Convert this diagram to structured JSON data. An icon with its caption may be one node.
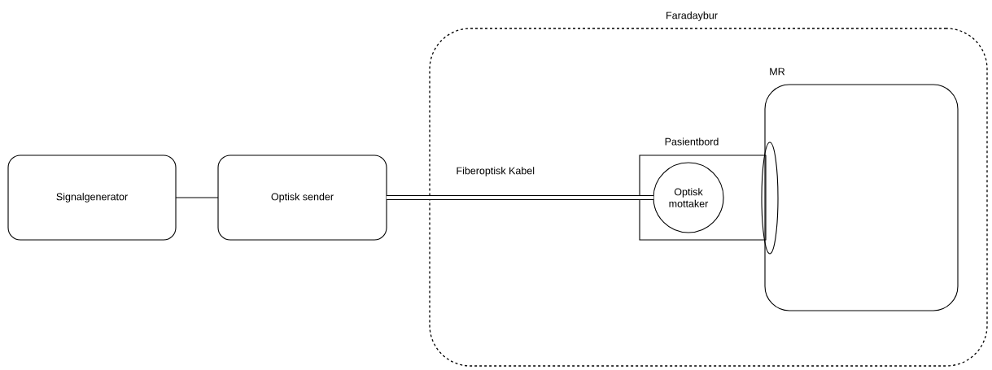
{
  "diagram": {
    "nodes": [
      {
        "text": [
          "Faradaybur"
        ]
      },
      {
        "text": [
          "Signalgenerator"
        ]
      },
      {
        "text": [
          "Optisk sender"
        ]
      },
      {
        "text": [
          "MR"
        ],
        "in": 0
      },
      {
        "text": [
          "Pasientbord"
        ],
        "in": 0
      },
      {
        "text": [
          "Optisk mottaker"
        ],
        "in": 4
      },
      {
        "text": [],
        "shape": "ellipse",
        "in": 0
      }
    ],
    "edges": [
      {
        "from": 1,
        "to": 2,
        "arrow": "none"
      },
      {
        "from": 2,
        "to": 5,
        "arrow": "none",
        "label": "Fiberoptisk Kabel",
        "style": "thick"
      }
    ]
  }
}
